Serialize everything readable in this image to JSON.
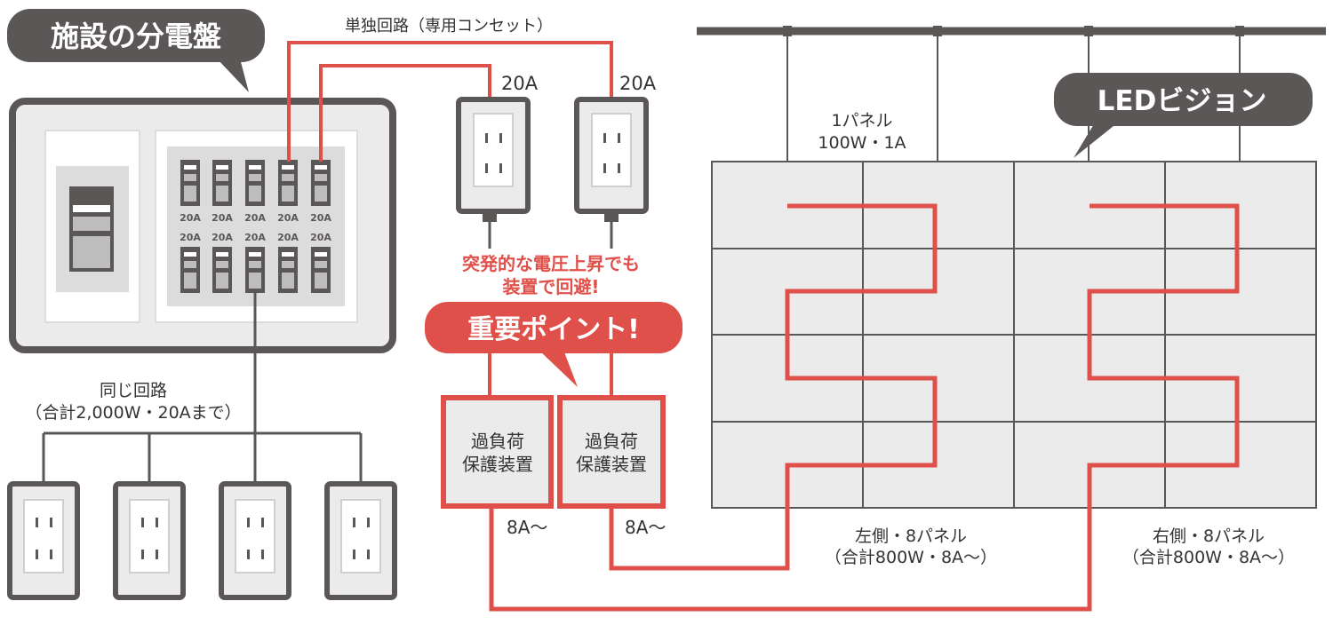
{
  "panel": {
    "title": "施設の分電盤"
  },
  "breaker_labels": {
    "top": [
      "20A",
      "20A",
      "20A",
      "20A",
      "20A"
    ],
    "bottom": [
      "20A",
      "20A",
      "20A",
      "20A",
      "20A"
    ]
  },
  "dedicated": {
    "label": "単独回路（専用コンセット）",
    "amp_left": "20A",
    "amp_right": "20A"
  },
  "warning": {
    "line1": "突発的な電圧上昇でも",
    "line2": "装置で回避!"
  },
  "important": {
    "label": "重要ポイント!"
  },
  "protector": {
    "left_line1": "過負荷",
    "left_line2": "保護装置",
    "right_line1": "過負荷",
    "right_line2": "保護装置",
    "left_current": "8A〜",
    "right_current": "8A〜"
  },
  "same_circuit": {
    "line1": "同じ回路",
    "line2": "（合計2,000W・20Aまで）"
  },
  "led": {
    "title": "LEDビジョン",
    "panel_spec_line1": "1パネル",
    "panel_spec_line2": "100W・1A"
  },
  "left_side": {
    "line1": "左側・8パネル",
    "line2": "（合計800W・8A〜）"
  },
  "right_side": {
    "line1": "右側・8パネル",
    "line2": "（合計800W・8A〜）"
  },
  "colors": {
    "red": "#e0504a",
    "dark": "#5b5757",
    "panel_fill": "#ebebeb",
    "light": "#dcdcdc"
  }
}
